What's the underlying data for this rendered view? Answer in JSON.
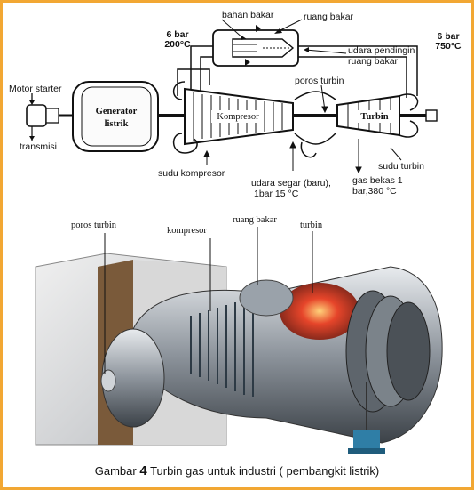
{
  "colors": {
    "border": "#f2a733",
    "ink": "#111111",
    "flame": "#e6452a",
    "stand": "#2f7ea6"
  },
  "top_diagram": {
    "labels": {
      "pressure_temp_left_1": "6 bar",
      "pressure_temp_left_2": "200°C",
      "pressure_temp_right_1": "6 bar",
      "pressure_temp_right_2": "750°C",
      "fuel": "bahan bakar",
      "combustion_chamber": "ruang bakar",
      "cooling_air_1": "udara pendingin",
      "cooling_air_2": "ruang bakar",
      "turbine_shaft": "poros turbin",
      "motor_starter": "Motor starter",
      "transmission": "transmisi",
      "generator_1": "Generator",
      "generator_2": "listrik",
      "compressor": "Kompresor",
      "turbine": "Turbin",
      "compressor_blade": "sudu kompresor",
      "fresh_air_1": "udara segar (baru),",
      "fresh_air_2": "1bar 15 °C",
      "exhaust_1": "gas bekas 1",
      "exhaust_2": "bar,380 °C",
      "turbine_blade": "sudu turbin"
    }
  },
  "bottom_illustration": {
    "labels": {
      "shaft": "poros turbin",
      "compressor": "kompresor",
      "combustion_chamber": "ruang bakar",
      "turbine": "turbin"
    }
  },
  "caption": {
    "prefix": "Gambar",
    "number": "4",
    "text": "Turbin gas untuk industri  ( pembangkit listrik)"
  }
}
